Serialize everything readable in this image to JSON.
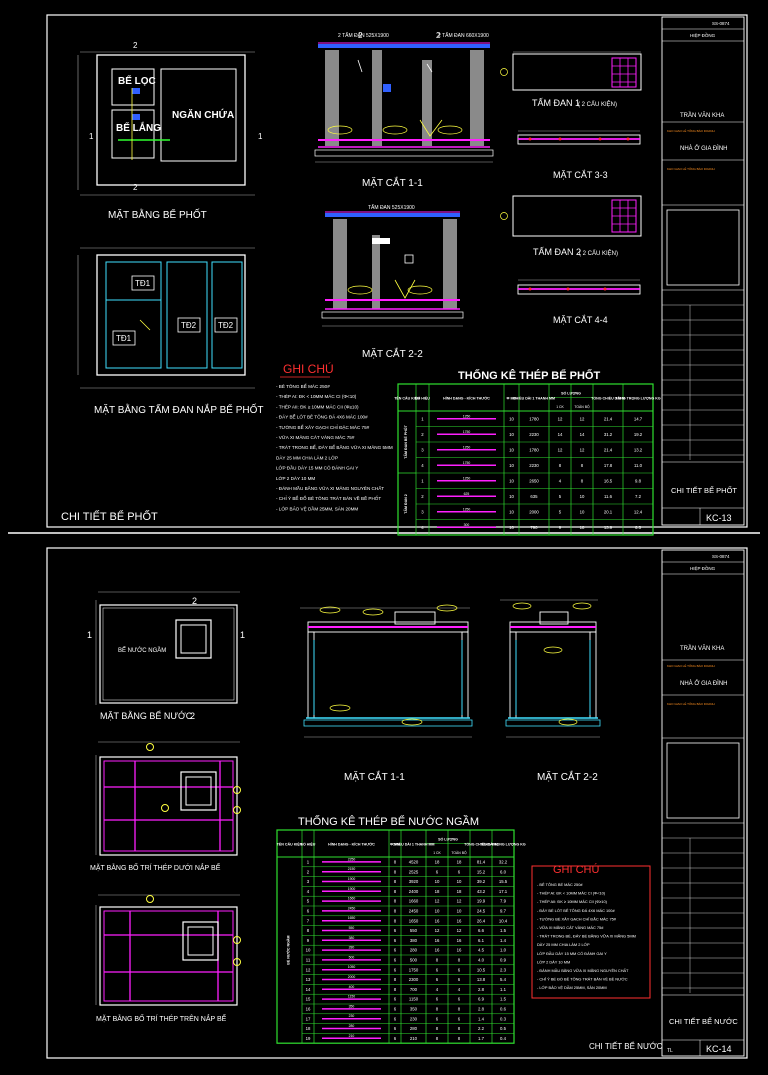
{
  "colors": {
    "frame": "#ffffff",
    "red": "#ff3030",
    "magenta": "#ff20ff",
    "cyan": "#40e0ff",
    "yellow": "#ffff40",
    "green": "#30ff30",
    "orange": "#ff9020",
    "blue": "#3060ff",
    "lightblue": "#a0c8ff",
    "tableline": "#30e030"
  },
  "sheet1": {
    "plan_title": "MẶT BẰNG BỂ PHỐT",
    "room_loc": "BỂ LỌC",
    "room_lang": "BỂ LẮNG",
    "room_chua": "NGĂN CHỨA",
    "cover_title": "MẶT BẰNG TẤM ĐAN NẮP BỂ PHỐT",
    "td1a": "TĐ1",
    "td1b": "TĐ1",
    "td2a": "TĐ2",
    "td2b": "TĐ2",
    "sec11": "MẶT CẮT 1-1",
    "sec22": "MẶT CẮT 2-2",
    "slab1": "TẤM ĐAN 1",
    "slab1_note": "( 2 CẤU KIỆN)",
    "slab2": "TẤM ĐAN 2",
    "slab2_note": "( 2 CẤU KIỆN)",
    "sec33": "MẶT CẮT 3-3",
    "sec44": "MẶT CẮT 4-4",
    "note_title": "GHI CHÚ",
    "notes": [
      "- BÊ TÔNG BỂ MÁC 250#",
      "- THÉP AI: ĐK < 10MM MÁC CI (Φ<10)",
      "- THÉP AII: ĐK ≥ 10MM MÁC CII (Φ≥10)",
      "- ĐÁY BỂ LÓT BÊ TÔNG ĐÁ 4X6 MÁC 100#",
      "- TƯỜNG BỂ XÂY GẠCH CHỈ ĐẶC MÁC 75#",
      "- VỮA XI MĂNG CÁT VÀNG MÁC 75#",
      "- TRÁT TRONG BỂ, ĐÁY BỂ BẰNG VỮA XI MĂNG 5MM",
      "  DÀY 25 MM CHIA LÀM 2 LỚP",
      "  LỚP ĐẦU DÀY 15 MM CÓ ĐÁNH GAI Y",
      "  LỚP 2 DÀY 10 MM",
      "- ĐÁNH MẦU BẰNG VỮA XI MĂNG NGUYÊN CHẤT",
      "- CHỈ Ý BỂ ĐỔ BÊ TÔNG TRÁT BÁN VỀ BỀ PHỐT",
      "- LỚP BẢO VỆ DẦM 25MM, SÀN 20MM"
    ],
    "table_title": "THỐNG KÊ THÉP BỂ PHỐT",
    "headers": [
      "TÊN CẤU KIỆN",
      "SỐ HIỆU",
      "HÌNH DẠNG - KÍCH THƯỚC",
      "Φ MM",
      "CHIỀU DÀI 1 THANH MM",
      "SỐ LƯỢNG",
      "",
      "TỔNG CHIỀU DÀI M",
      "TỔNG TRỌNG LƯỢNG KG"
    ],
    "subheaders": [
      "1 CK",
      "TOÀN BỘ"
    ],
    "group1": "TẤM ĐAN BỂ PHỐT",
    "group2": "TẤM ĐAN 2",
    "rows": [
      [
        "1",
        "1250",
        "10",
        "1780",
        "12",
        "12",
        "21.4",
        "14.7"
      ],
      [
        "2",
        "1750",
        "10",
        "2230",
        "14",
        "14",
        "31.2",
        "19.2"
      ],
      [
        "3",
        "1250",
        "10",
        "1780",
        "12",
        "12",
        "21.4",
        "13.2"
      ],
      [
        "4",
        "1750",
        "10",
        "2230",
        "8",
        "8",
        "17.8",
        "11.0"
      ],
      [
        "1",
        "1250",
        "10",
        "2650",
        "4",
        "8",
        "16.5",
        "9.8"
      ],
      [
        "2",
        "625",
        "10",
        "635",
        "5",
        "10",
        "11.6",
        "7.2"
      ],
      [
        "3",
        "1250",
        "10",
        "2000",
        "5",
        "10",
        "20.1",
        "12.4"
      ],
      [
        "4",
        "300",
        "10",
        "790",
        "9",
        "18",
        "13.9",
        "6.5"
      ]
    ],
    "drawing_title": "CHI TIẾT BỂ PHỐT",
    "tb_company": "NHÀ Ở GIA ĐÌNH",
    "tb_person": "TRẦN VĂN KHA",
    "tb_title": "CHI TIẾT BỂ PHỐT",
    "tb_num": "KC-13",
    "tb_code": "SS-0874",
    "tb_role": "HIỆP ĐỒNG",
    "tb_tiny": "KHO GIAO LỄ TÔNG BẢO DOANH",
    "dim_2tam1": "2 TẤM ĐAN 525X1900",
    "dim_2tam2": "2 TẤM ĐAN 660X1900",
    "dim_tam3": "TẤM ĐAN 525X1900"
  },
  "sheet2": {
    "plan_title": "MẶT BẰNG BỂ NƯỚC",
    "room": "BỂ NƯỚC NGẦM",
    "rebar_bot_title": "MẶT BẰNG BỐ TRÍ THÉP DƯỚI NẮP BỂ",
    "rebar_top_title": "MẶT BẰNG BỐ TRÍ THÉP TRÊN NẮP BỂ",
    "sec11": "MẶT CẮT 1-1",
    "sec22": "MẶT CẮT 2-2",
    "table_title": "THỐNG KÊ THÉP BỂ NƯỚC NGẦM",
    "headers": [
      "TÊN CẤU KIỆN",
      "SỐ HIỆU",
      "HÌNH DẠNG - KÍCH THƯỚC",
      "Φ MM",
      "CHIỀU DÀI 1 THANH MM",
      "SỐ LƯỢNG",
      "",
      "TỔNG CHIỀU DÀI M",
      "TỔNG TRỌNG LƯỢNG KG"
    ],
    "subheaders": [
      "1 CK",
      "TOÀN BỘ"
    ],
    "group": "BỂ NƯỚC NGẦM",
    "rows": [
      [
        "1",
        "2250",
        "8",
        "4520",
        "18",
        "18",
        "81.4",
        "32.2"
      ],
      [
        "2",
        "2150",
        "8",
        "2525",
        "6",
        "6",
        "15.2",
        "6.0"
      ],
      [
        "3",
        "1900",
        "8",
        "3920",
        "10",
        "10",
        "39.2",
        "15.5"
      ],
      [
        "4",
        "1900",
        "8",
        "2400",
        "18",
        "18",
        "43.2",
        "17.1"
      ],
      [
        "5",
        "1660",
        "8",
        "1660",
        "12",
        "12",
        "19.9",
        "7.9"
      ],
      [
        "6",
        "2450",
        "8",
        "2450",
        "10",
        "10",
        "24.5",
        "9.7"
      ],
      [
        "7",
        "1650",
        "8",
        "1650",
        "16",
        "16",
        "26.4",
        "10.4"
      ],
      [
        "8",
        "550",
        "6",
        "550",
        "12",
        "12",
        "6.6",
        "1.5"
      ],
      [
        "9",
        "380",
        "6",
        "380",
        "16",
        "16",
        "6.1",
        "1.4"
      ],
      [
        "10",
        "280",
        "6",
        "280",
        "16",
        "16",
        "4.5",
        "1.0"
      ],
      [
        "11",
        "500",
        "6",
        "500",
        "8",
        "8",
        "4.0",
        "0.9"
      ],
      [
        "12",
        "1050",
        "6",
        "1750",
        "6",
        "6",
        "10.5",
        "2.3"
      ],
      [
        "13",
        "2000",
        "8",
        "2300",
        "6",
        "6",
        "13.8",
        "5.4"
      ],
      [
        "14",
        "400",
        "8",
        "700",
        "4",
        "4",
        "2.8",
        "1.1"
      ],
      [
        "15",
        "1150",
        "6",
        "1150",
        "6",
        "6",
        "6.9",
        "1.5"
      ],
      [
        "16",
        "350",
        "6",
        "350",
        "8",
        "8",
        "2.8",
        "0.6"
      ],
      [
        "17",
        "230",
        "6",
        "230",
        "6",
        "6",
        "1.4",
        "0.3"
      ],
      [
        "18",
        "280",
        "6",
        "280",
        "8",
        "8",
        "2.2",
        "0.5"
      ],
      [
        "19",
        "210",
        "6",
        "210",
        "8",
        "8",
        "1.7",
        "0.4"
      ]
    ],
    "note_title": "GHI CHÚ",
    "notes": [
      "- BÊ TÔNG BỂ MÁC 250#",
      "- THÉP AI: ĐK < 10MM MÁC CI (Φ<10)",
      "- THÉP AII: ĐK ≥ 10MM MÁC CII (Φ≥10)",
      "- ĐÁY BỂ LÓT BÊ TÔNG ĐÁ 4X6 MÁC 100#",
      "- TƯỜNG BỂ XÂY GẠCH CHỈ ĐẶC MÁC 75#",
      "- VỮA XI MĂNG CÁT VÀNG MÁC 75#",
      "- TRÁT TRONG BỂ, ĐÁY BỂ BẰNG VỮA XI MĂNG 5MM",
      "  DÀY 25 MM CHIA LÀM 2 LỚP",
      "  LỚP ĐẦU DÀY 15 MM CÓ ĐÁNH GAI Y",
      "  LỚP 2 DÀY 10 MM",
      "- ĐÁNH MẦU BẰNG VỮA XI MĂNG NGUYÊN CHẤT",
      "- CHỈ Ý BỂ ĐỔ BÊ TÔNG TRÁT BÁN VỀ BỀ NƯỚC",
      "- LỚP BẢO VỆ DẦM 25MM, SÀN 20MM"
    ],
    "drawing_title": "CHI TIẾT BỂ NƯỚC",
    "tb_company": "NHÀ Ở GIA ĐÌNH",
    "tb_person": "TRẦN VĂN KHA",
    "tb_title": "CHI TIẾT BỂ NƯỚC",
    "tb_num": "KC-14",
    "tb_code": "SS-0874",
    "tb_role": "HIỆP ĐỒNG",
    "tb_tiny": "KHO GIAO LỄ TÔNG BẢO DOANH",
    "tb_scale": "TL"
  }
}
